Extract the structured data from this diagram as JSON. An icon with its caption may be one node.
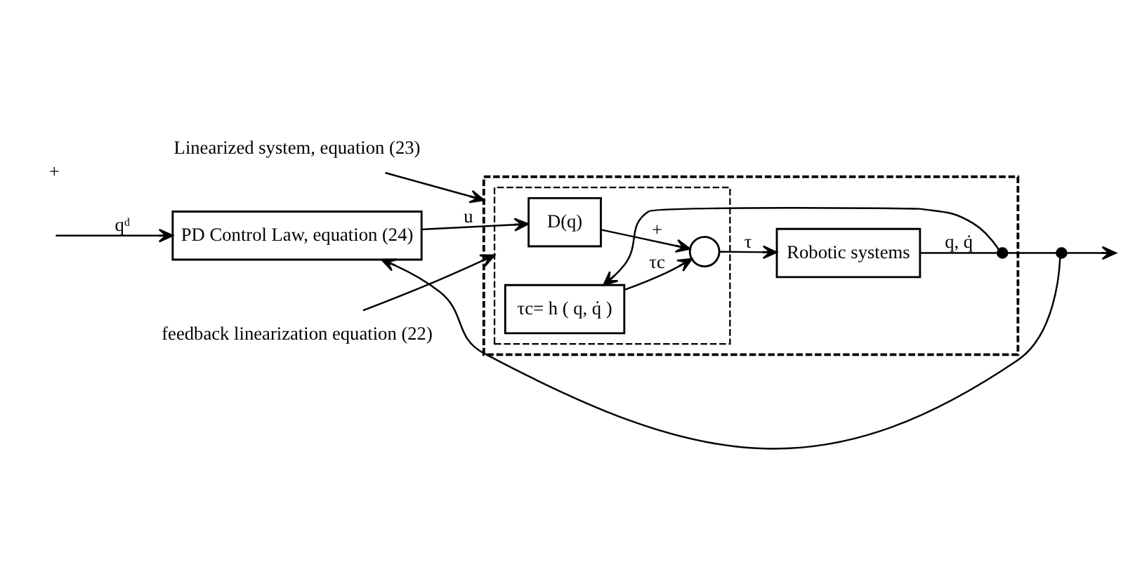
{
  "diagram": {
    "nodes": [
      {
        "text": [
          "Linearized system, equation (23)"
        ]
      },
      {
        "text": [
          "feedback linearization equation (22)"
        ]
      },
      {
        "text": [
          "PD Control Law, equation (24)"
        ]
      },
      {
        "text": [],
        "shape": "box"
      },
      {
        "text": [],
        "shape": "box",
        "in": 3
      },
      {
        "text": [
          "D(q)"
        ],
        "in": 4
      },
      {
        "text": [],
        "shape": "circle",
        "in": 4
      },
      {
        "text": [
          "τc= h ( q, q̇ )"
        ],
        "in": 4
      },
      {
        "text": [
          "Robotic systems"
        ],
        "in": 3
      },
      {
        "text": [],
        "shape": "dot",
        "in": 3
      },
      {
        "text": [],
        "shape": "dot"
      }
    ],
    "edges": [
      {
        "from": null,
        "to": 2,
        "arrow": "to",
        "label": "qᵈ"
      },
      {
        "from": 2,
        "to": 5,
        "arrow": "to",
        "label": "u"
      },
      {
        "from": 5,
        "to": 6,
        "arrow": "to",
        "label": "+"
      },
      {
        "from": 7,
        "to": 6,
        "arrow": "to",
        "label": "τc"
      },
      {
        "from": 6,
        "to": 8,
        "arrow": "to",
        "label": "τ"
      },
      {
        "from": 8,
        "to": 9,
        "arrow": "none",
        "label": "q, q̇"
      },
      {
        "from": 9,
        "to": 7,
        "arrow": "to"
      },
      {
        "from": 9,
        "to": 10,
        "arrow": "none"
      },
      {
        "from": 10,
        "to": null,
        "arrow": "to"
      },
      {
        "from": 10,
        "to": 2,
        "arrow": "to"
      },
      {
        "from": 0,
        "to": 3,
        "arrow": "to"
      },
      {
        "from": 1,
        "to": 4,
        "arrow": "to"
      }
    ],
    "labels": [
      "+"
    ]
  }
}
